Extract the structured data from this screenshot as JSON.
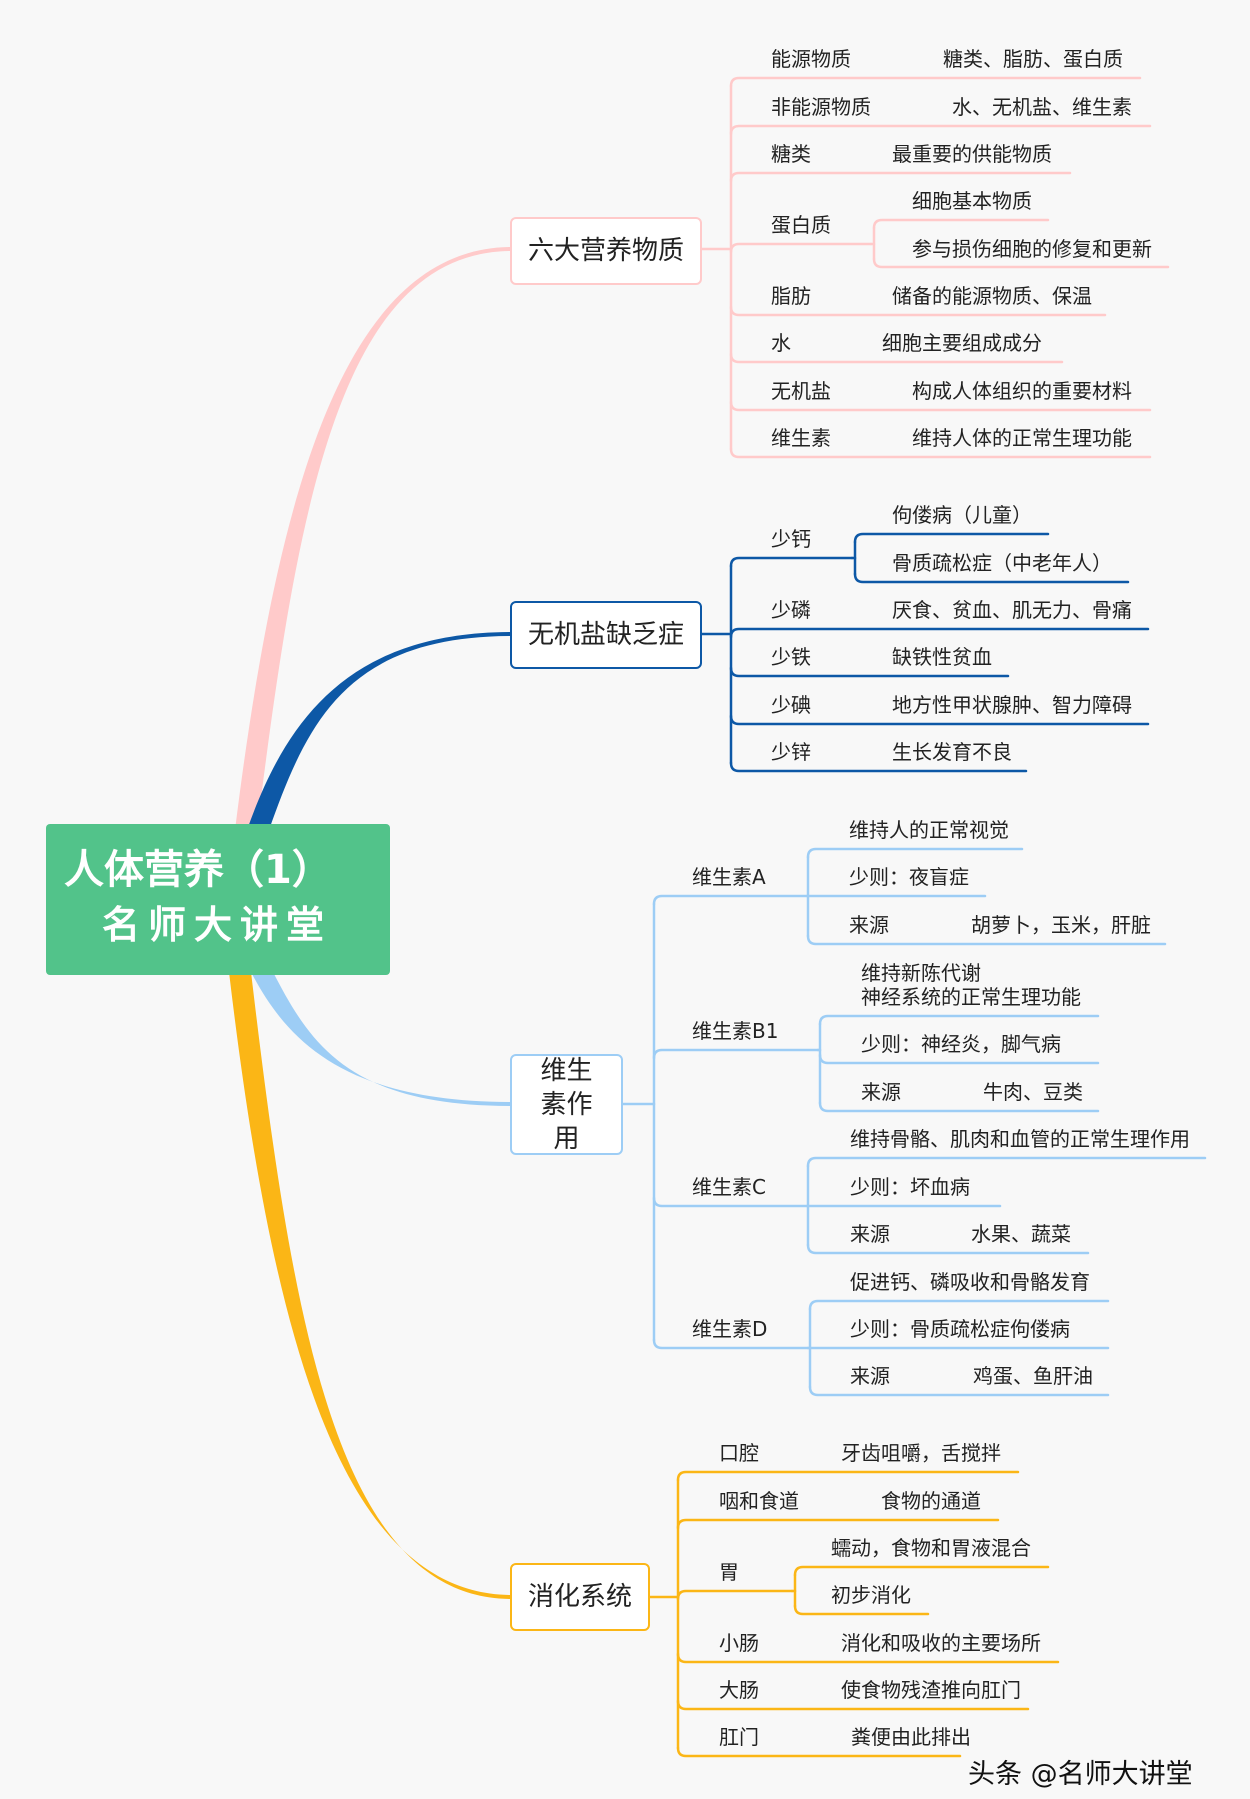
{
  "root": {
    "line1": "人体营养（1）",
    "line2": "名师大讲堂"
  },
  "colors": {
    "pink": "#ffcaca",
    "navy": "#0d58a6",
    "skyblue": "#9dcdf5",
    "gold": "#fbb616",
    "green": "#52c38a"
  },
  "branches": {
    "nutrients": {
      "title": "六大营养物质",
      "items": [
        {
          "label": "能源物质",
          "value": "糖类、脂肪、蛋白质"
        },
        {
          "label": "非能源物质",
          "value": "水、无机盐、维生素"
        },
        {
          "label": "糖类",
          "value": "最重要的供能物质"
        },
        {
          "label": "蛋白质",
          "sub": [
            "细胞基本物质",
            "参与损伤细胞的修复和更新"
          ]
        },
        {
          "label": "脂肪",
          "value": "储备的能源物质、保温"
        },
        {
          "label": "水",
          "value": "细胞主要组成成分"
        },
        {
          "label": "无机盐",
          "value": "构成人体组织的重要材料"
        },
        {
          "label": "维生素",
          "value": "维持人体的正常生理功能"
        }
      ]
    },
    "minerals": {
      "title": "无机盐缺乏症",
      "items": [
        {
          "label": "少钙",
          "sub": [
            "佝偻病（儿童）",
            "骨质疏松症（中老年人）"
          ]
        },
        {
          "label": "少磷",
          "value": "厌食、贫血、肌无力、骨痛"
        },
        {
          "label": "少铁",
          "value": "缺铁性贫血"
        },
        {
          "label": "少碘",
          "value": "地方性甲状腺肿、智力障碍"
        },
        {
          "label": "少锌",
          "value": "生长发育不良"
        }
      ]
    },
    "vitamins": {
      "title": "维生素作用",
      "items": [
        {
          "label": "维生素A",
          "lines": [
            "维持人的正常视觉",
            "少则：夜盲症"
          ],
          "source": {
            "label": "来源",
            "value": "胡萝卜，玉米，肝脏"
          }
        },
        {
          "label": "维生素B1",
          "lines": [
            "维持新陈代谢",
            "神经系统的正常生理功能",
            "少则：神经炎，脚气病"
          ],
          "source": {
            "label": "来源",
            "value": "牛肉、豆类"
          }
        },
        {
          "label": "维生素C",
          "lines": [
            "维持骨骼、肌肉和血管的正常生理作用",
            "少则：坏血病"
          ],
          "source": {
            "label": "来源",
            "value": "水果、蔬菜"
          }
        },
        {
          "label": "维生素D",
          "lines": [
            "促进钙、磷吸收和骨骼发育",
            "少则：骨质疏松症佝偻病"
          ],
          "source": {
            "label": "来源",
            "value": "鸡蛋、鱼肝油"
          }
        }
      ]
    },
    "digestion": {
      "title": "消化系统",
      "items": [
        {
          "label": "口腔",
          "value": "牙齿咀嚼，舌搅拌"
        },
        {
          "label": "咽和食道",
          "value": "食物的通道"
        },
        {
          "label": "胃",
          "sub": [
            "蠕动，食物和胃液混合",
            "初步消化"
          ]
        },
        {
          "label": "小肠",
          "value": "消化和吸收的主要场所"
        },
        {
          "label": "大肠",
          "value": "使食物残渣推向肛门"
        },
        {
          "label": "肛门",
          "value": "粪便由此排出"
        }
      ]
    }
  },
  "watermark": "头条 @名师大讲堂"
}
